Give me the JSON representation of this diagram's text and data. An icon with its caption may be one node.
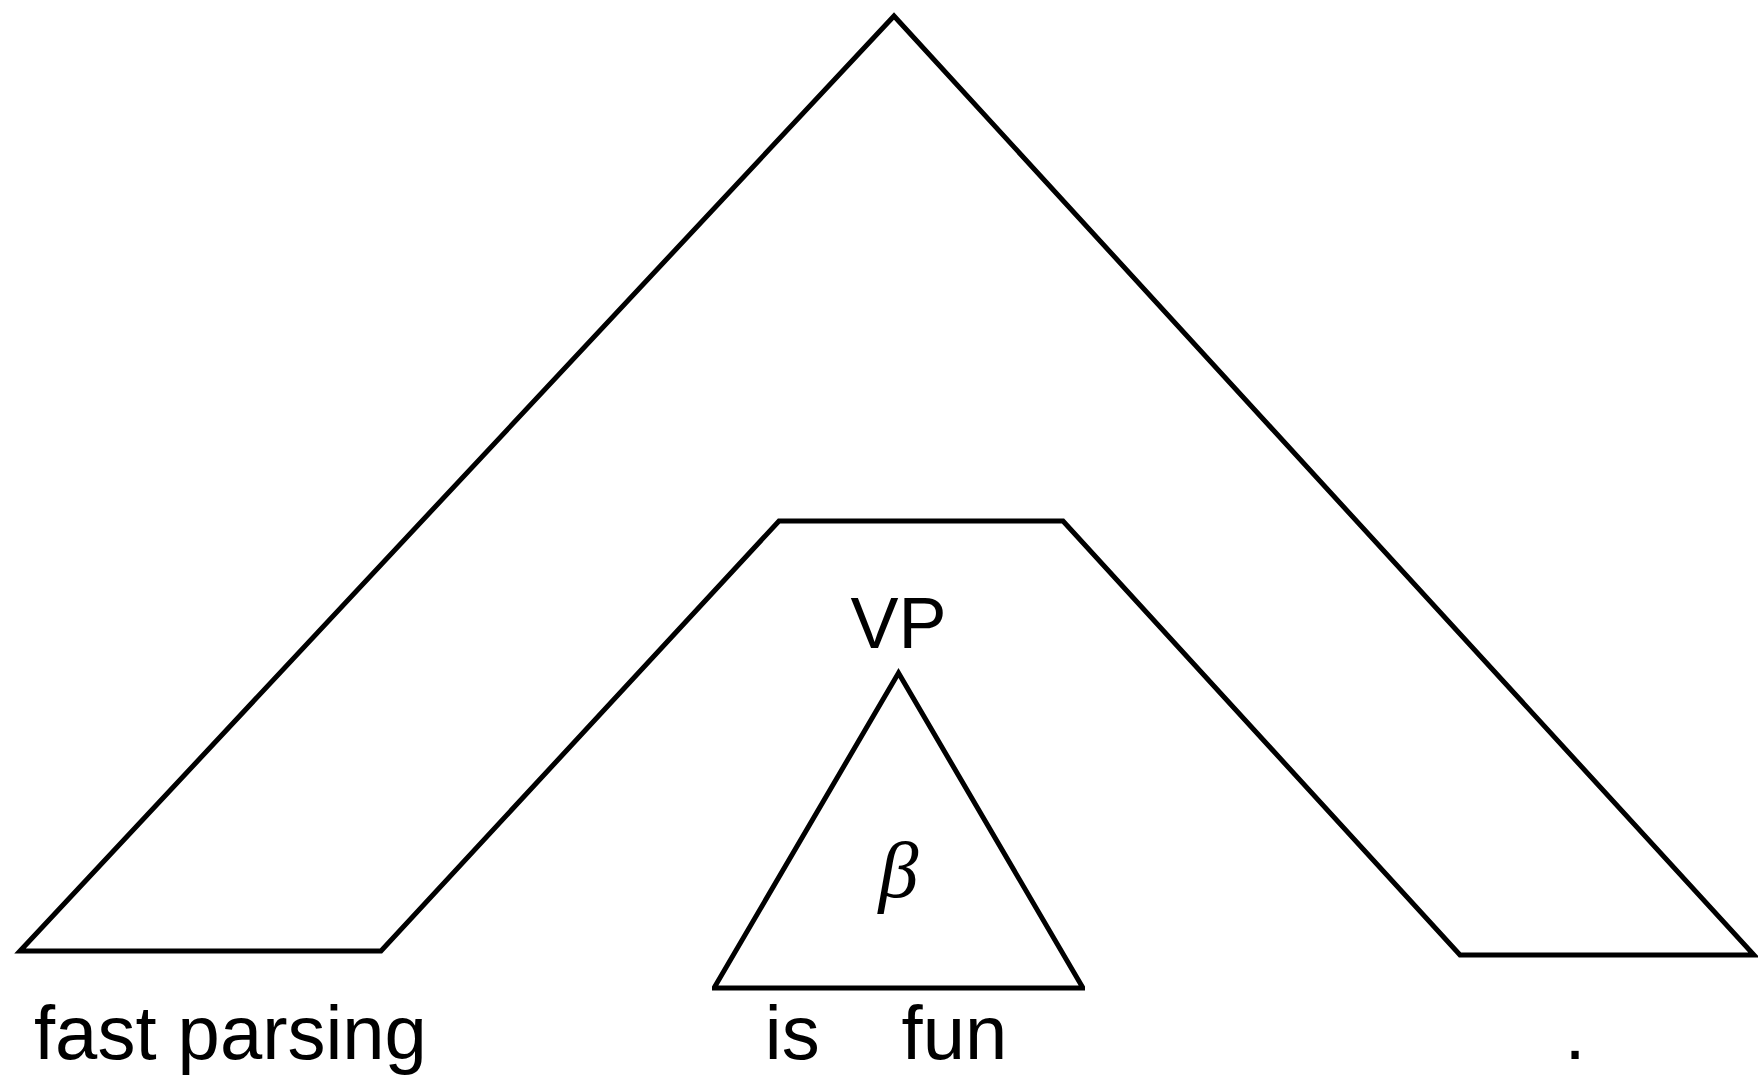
{
  "diagram": {
    "nodes": [
      {
        "text": [
          "VP",
          "β"
        ]
      }
    ],
    "edges": [],
    "labels": [
      "fast parsing",
      "is fun",
      "."
    ]
  }
}
